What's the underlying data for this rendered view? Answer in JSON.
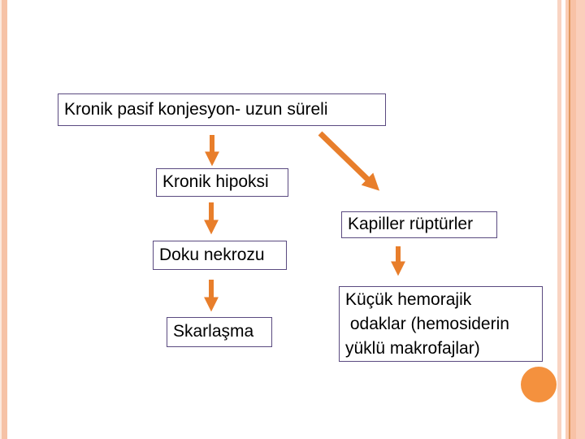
{
  "slide": {
    "kind": "presentation-slide",
    "background": "#FFFFFF"
  },
  "colors": {
    "arrow_orange": "#E87E2B",
    "circle_orange": "#F4913E",
    "box_border_purple": "#5A4A80",
    "stripe_salmon": "#F6C2A6",
    "stripe_light_pink": "#F9D4C2",
    "stripe_dark_line": "#E1995F"
  },
  "diagram": {
    "nodes": [
      {
        "id": "chronic-passive-congestion",
        "label": "Kronik pasif konjesyon- uzun süreli"
      },
      {
        "id": "chronic-hypoxia",
        "label": "Kronik hipoksi"
      },
      {
        "id": "tissue-necrosis",
        "label": "Doku nekrozu"
      },
      {
        "id": "scarring",
        "label": "Skarlaşma"
      },
      {
        "id": "capillary-ruptures",
        "label": "Kapiller rüptürler"
      },
      {
        "id": "hemorrhagic-foci",
        "label": "Küçük hemorajik\n odaklar (hemosiderin\nyüklü makrofajlar)"
      }
    ],
    "connectors": [
      {
        "from": "chronic-passive-congestion",
        "to": "chronic-hypoxia",
        "type": "arrow-down"
      },
      {
        "from": "chronic-passive-congestion",
        "to": "capillary-ruptures",
        "type": "arrow-diagonal-down-right"
      },
      {
        "from": "chronic-hypoxia",
        "to": "tissue-necrosis",
        "type": "arrow-down"
      },
      {
        "from": "tissue-necrosis",
        "to": "scarring",
        "type": "arrow-down"
      },
      {
        "from": "capillary-ruptures",
        "to": "hemorrhagic-foci",
        "type": "arrow-down"
      }
    ]
  }
}
